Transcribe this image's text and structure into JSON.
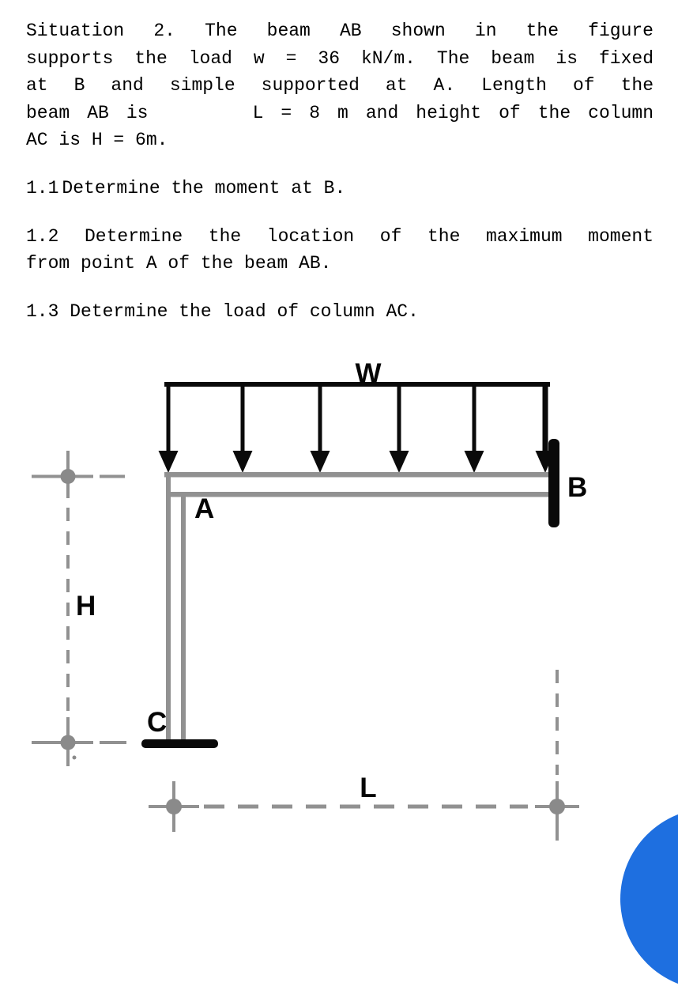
{
  "problem": {
    "lines": [
      "Situation 2. The beam AB shown in the figure",
      "supports the load w = 36 kN/m. The beam is fixed",
      "at B and simple supported at A. Length of the",
      "beam AB is      L = 8 m and height of the column",
      "AC is H = 6m."
    ]
  },
  "questions": {
    "q1_number": "1.1",
    "q1_text": "Determine the moment at B.",
    "q2_line1": "1.2 Determine the location of the maximum moment",
    "q2_line2": "from point A of the beam AB.",
    "q3_text": "1.3 Determine the load of column AC."
  },
  "figure": {
    "labels": {
      "load": "W",
      "joint_a": "A",
      "support_b": "B",
      "base_c": "C",
      "height": "H",
      "length": "L"
    }
  },
  "colors": {
    "ink_black": "#0a0a0a",
    "structure_gray": "#919191",
    "fab_blue": "#1e6fe0"
  }
}
